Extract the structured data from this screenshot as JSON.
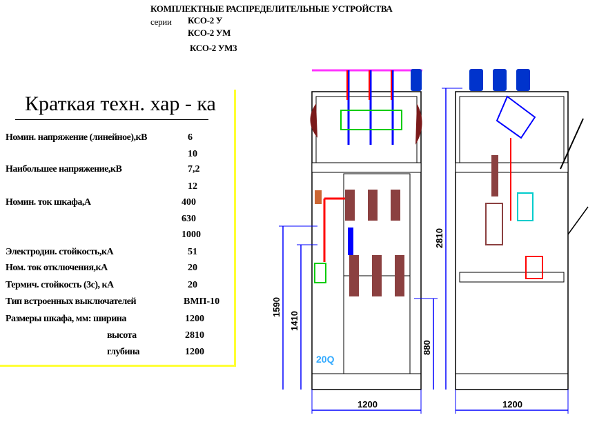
{
  "header": {
    "title": "КОМПЛЕКТНЫЕ РАСПРЕДЕЛИТЕЛЬНЫЕ УСТРОЙСТВА",
    "series_label": "серии",
    "series": [
      "КСО-2 У",
      "КСО-2 УМ",
      "КСО-2 УМ3"
    ]
  },
  "specs": {
    "title": "Краткая техн. хар - ка",
    "rows": [
      {
        "label": "Номин. напряжение (линейное),кВ",
        "values": [
          "6",
          "10"
        ]
      },
      {
        "label": "Наибольшее напряжение,кВ",
        "values": [
          "7,2",
          "12"
        ]
      },
      {
        "label": "Номин. ток шкафа,А",
        "values": [
          "400",
          "630",
          "1000"
        ]
      },
      {
        "label": "Электродин. стойкость,кА",
        "values": [
          "51"
        ]
      },
      {
        "label": "Ном. ток отключения,кА",
        "values": [
          "20"
        ]
      },
      {
        "label": "Термич. стойкость (3с), кА",
        "values": [
          "20"
        ]
      },
      {
        "label": "Тип встроенных выключателей",
        "values": [
          "ВМП-10"
        ]
      },
      {
        "label": "Размеры шкафа, мм: ширина",
        "values": [
          "1200"
        ]
      },
      {
        "label": "высота",
        "values": [
          "2810"
        ]
      },
      {
        "label": "глубина",
        "values": [
          "1200"
        ]
      }
    ]
  },
  "drawing": {
    "dimensions": {
      "front_width": "1200",
      "side_width": "1200",
      "height_total": "2810",
      "height_1590": "1590",
      "height_1410": "1410",
      "height_880": "880"
    },
    "marking": "20Q",
    "colors": {
      "busbar": "#ff33ff",
      "insulator": "#0033cc",
      "conductor": "#ff0000",
      "cable_blue": "#0000ff",
      "highlight": "#00cc00",
      "dimension": "#0000ff",
      "equipment": "#8b4040",
      "cyan": "#00cccc"
    }
  }
}
